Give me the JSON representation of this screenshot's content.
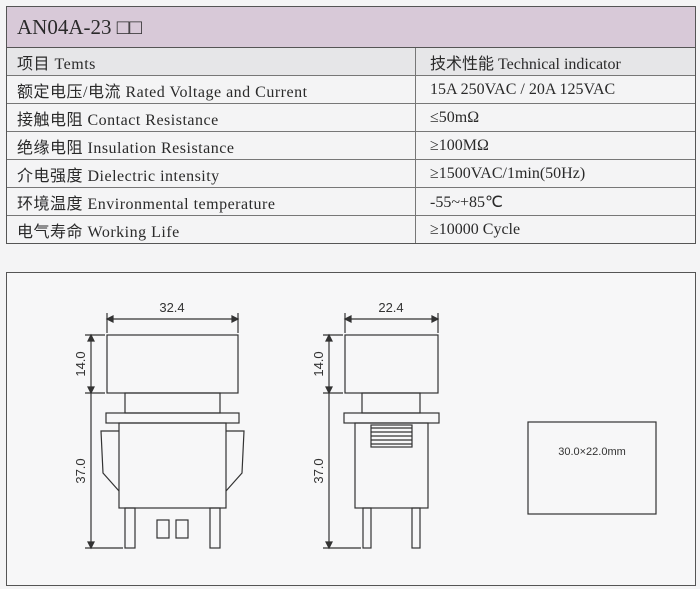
{
  "title": "AN04A-23 □□",
  "table": {
    "header": {
      "item": "项目 Temts",
      "value": "技术性能 Technical indicator"
    },
    "rows": [
      {
        "item": "额定电压/电流  Rated Voltage and Current",
        "value": "15A  250VAC / 20A  125VAC"
      },
      {
        "item": "接触电阻  Contact Resistance",
        "value": "≤50mΩ"
      },
      {
        "item": "绝缘电阻  Insulation Resistance",
        "value": "≥100MΩ"
      },
      {
        "item": "介电强度  Dielectric intensity",
        "value": "≥1500VAC/1min(50Hz)"
      },
      {
        "item": "环境温度  Environmental temperature",
        "value": "-55~+85℃"
      },
      {
        "item": "电气寿命  Working Life",
        "value": "≥10000  Cycle"
      }
    ]
  },
  "drawing": {
    "front_width": "32.4",
    "side_width": "22.4",
    "cap_height_front": "14.0",
    "body_height_front": "37.0",
    "cap_height_side": "14.0",
    "body_height_side": "37.0",
    "cutout": "30.0×22.0mm"
  }
}
